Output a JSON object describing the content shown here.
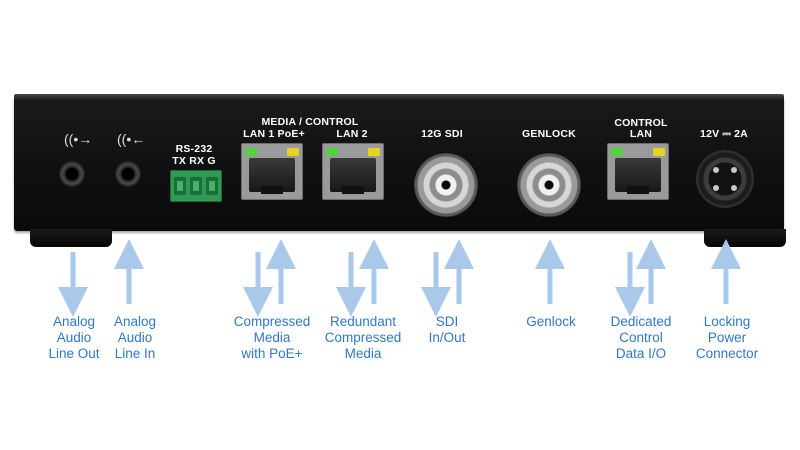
{
  "device": {
    "rs232_title": "RS-232",
    "rs232_pins": "TX RX G",
    "media_control": "MEDIA / CONTROL",
    "lan1": "LAN 1  PoE+",
    "lan2": "LAN 2",
    "sdi": "12G  SDI",
    "genlock": "GENLOCK",
    "control": "CONTROL",
    "control_lan": "LAN",
    "power": "12V ⎓ 2A"
  },
  "icons": [
    "audio-out-icon",
    "audio-in-icon"
  ],
  "colors": {
    "caption": "#2f78c2",
    "arrow": "#a9c8ea",
    "led_green": "#52d43c",
    "led_yellow": "#e8d21f"
  },
  "captions": {
    "analog_out": [
      "Analog",
      "Audio",
      "Line Out"
    ],
    "analog_in": [
      "Analog",
      "Audio",
      "Line In"
    ],
    "compressed": [
      "Compressed",
      "Media",
      "with PoE+"
    ],
    "redundant": [
      "Redundant",
      "Compressed",
      "Media"
    ],
    "sdi": [
      "SDI",
      "In/Out"
    ],
    "genlock": [
      "Genlock"
    ],
    "dedicated": [
      "Dedicated",
      "Control",
      "Data I/O"
    ],
    "locking": [
      "Locking",
      "Power",
      "Connector"
    ]
  }
}
